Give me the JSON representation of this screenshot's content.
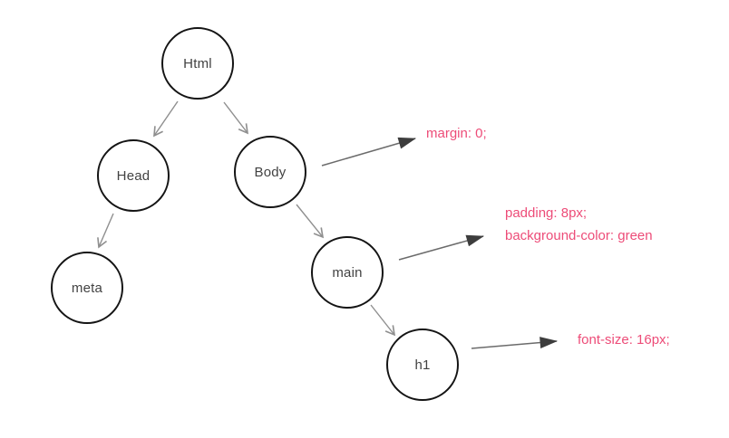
{
  "page": {
    "background": "#ffffff"
  },
  "diagram": {
    "type": "dom-tree-with-css-annotations",
    "nodes": [
      {
        "id": "html",
        "label": "Html"
      },
      {
        "id": "head",
        "label": "Head"
      },
      {
        "id": "body",
        "label": "Body"
      },
      {
        "id": "meta",
        "label": "meta"
      },
      {
        "id": "main",
        "label": "main"
      },
      {
        "id": "h1",
        "label": "h1"
      }
    ],
    "edges": [
      {
        "from": "Html",
        "to": "Head",
        "style": "open-arrow"
      },
      {
        "from": "Html",
        "to": "Body",
        "style": "open-arrow"
      },
      {
        "from": "Head",
        "to": "meta",
        "style": "open-arrow"
      },
      {
        "from": "Body",
        "to": "main",
        "style": "open-arrow"
      },
      {
        "from": "main",
        "to": "h1",
        "style": "open-arrow"
      },
      {
        "from": "Body",
        "to": "margin-note",
        "style": "solid-arrow"
      },
      {
        "from": "main",
        "to": "padding-note",
        "style": "solid-arrow"
      },
      {
        "from": "h1",
        "to": "font-size-note",
        "style": "solid-arrow"
      }
    ],
    "annotations": [
      {
        "id": "margin-note",
        "target": "Body",
        "lines": [
          "margin: 0;"
        ]
      },
      {
        "id": "padding-note",
        "target": "main",
        "lines": [
          "padding: 8px;",
          "background-color: green"
        ]
      },
      {
        "id": "font-size-note",
        "target": "h1",
        "lines": [
          "font-size: 16px;"
        ]
      }
    ],
    "colors": {
      "node_stroke": "#141414",
      "node_fill": "#ffffff",
      "node_text": "#424242",
      "tree_arrow": "#8f8f8f",
      "note_arrow_line": "#6b6b6b",
      "note_arrow_head": "#3d3d3d",
      "annotation_text": "#ed4c78"
    }
  }
}
